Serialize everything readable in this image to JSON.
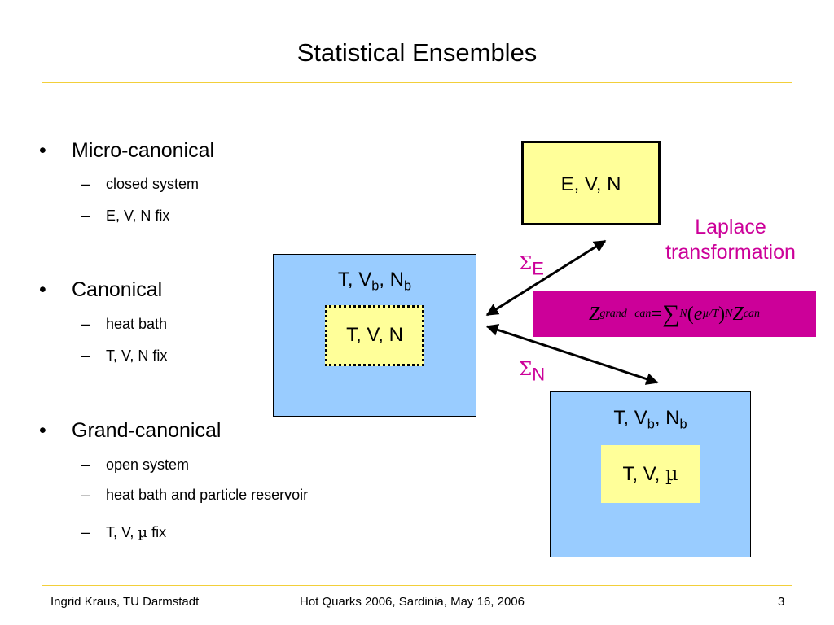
{
  "title": "Statistical Ensembles",
  "bullets": [
    {
      "label": "Micro-canonical",
      "subs": [
        "closed system",
        "E, V, N fix"
      ]
    },
    {
      "label": "Canonical",
      "subs": [
        "heat bath",
        "T, V, N fix"
      ]
    },
    {
      "label": "Grand-canonical",
      "subs": [
        "open system",
        "heat bath and particle reservoir"
      ],
      "last_sub_prefix": "T, V, ",
      "last_sub_mu": "µ",
      "last_sub_suffix": " fix"
    }
  ],
  "diagram": {
    "micro_box": "E, V, N",
    "canonical_outer": {
      "t": "T, V",
      "sub1": "b",
      "mid": ", N",
      "sub2": "b"
    },
    "canonical_inner": "T, V, N",
    "grand_outer": {
      "t": "T, V",
      "sub1": "b",
      "mid": ", N",
      "sub2": "b"
    },
    "grand_inner_prefix": "T, V, ",
    "grand_inner_mu": "µ",
    "sigma_symbol": "Σ",
    "sigma_e_sub": "E",
    "sigma_n_sub": "N",
    "laplace_line1": "Laplace",
    "laplace_line2": "transformation"
  },
  "formula": {
    "z": "Z",
    "z_sub": "grand−can",
    "eq": " = ",
    "sum": "∑",
    "sum_sub": "N",
    "open": " (",
    "e": "e",
    "exp": "µ/T",
    "close": ")",
    "power": "N",
    "z2": " Z",
    "z2_sub": "can"
  },
  "footer": {
    "author": "Ingrid Kraus, TU Darmstadt",
    "event": "Hot Quarks 2006, Sardinia, May 16, 2006",
    "page": "3"
  },
  "colors": {
    "accent_rule": "#f2cf3a",
    "magenta": "#cc0099",
    "box_blue": "#99ccff",
    "box_yellow": "#ffff99"
  }
}
